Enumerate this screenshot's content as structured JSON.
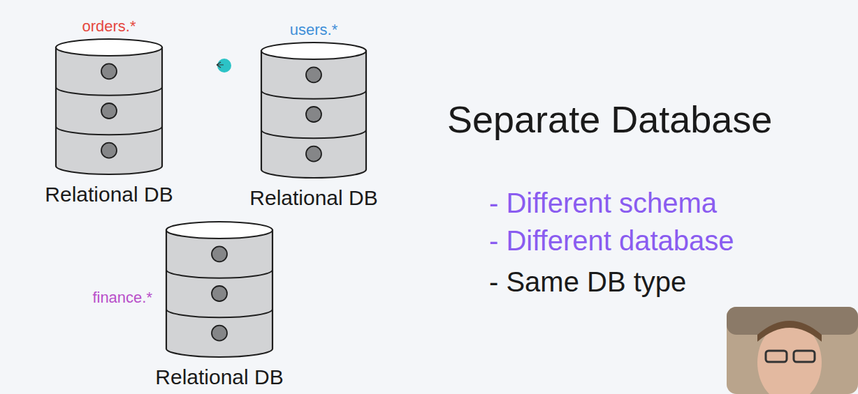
{
  "diagram": {
    "title": "Separate Database",
    "nodes": [
      {
        "text": [
          "orders.*",
          "Relational DB"
        ]
      },
      {
        "text": [
          "users.*",
          "Relational DB"
        ]
      },
      {
        "text": [
          "finance.*",
          "Relational DB"
        ]
      }
    ],
    "labels": [
      "- Different schema",
      "- Different database",
      "- Same DB type"
    ]
  }
}
